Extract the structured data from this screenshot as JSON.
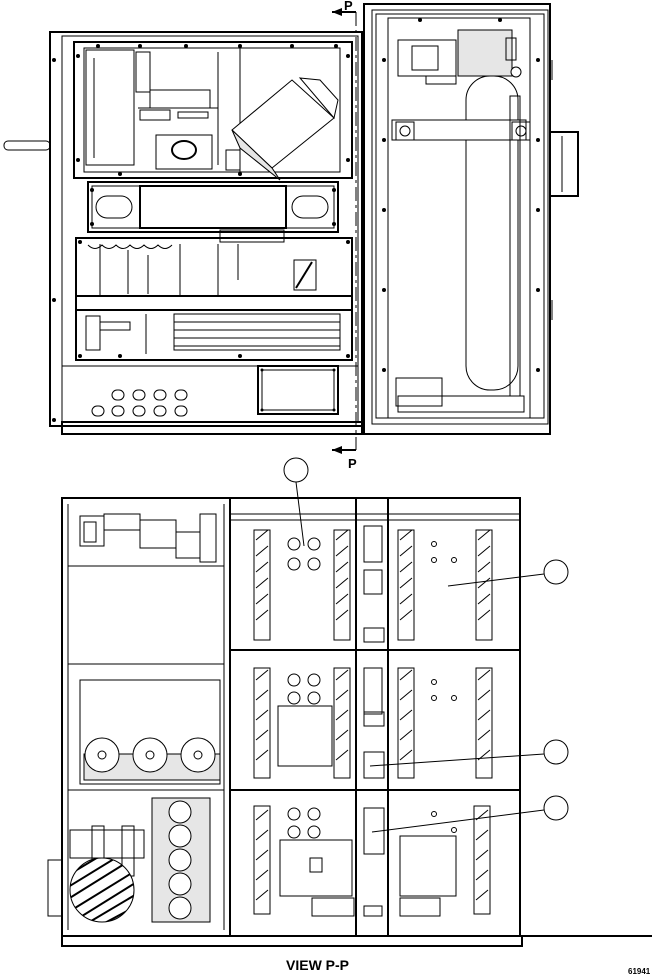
{
  "labels": {
    "section_top": "P",
    "section_bottom": "P",
    "view_title": "VIEW P-P",
    "drawing_number": "61941"
  },
  "callouts": [
    "",
    "",
    "",
    ""
  ],
  "colors": {
    "line": "#000000",
    "background": "#ffffff",
    "fill_gray": "#e6e6e6"
  }
}
